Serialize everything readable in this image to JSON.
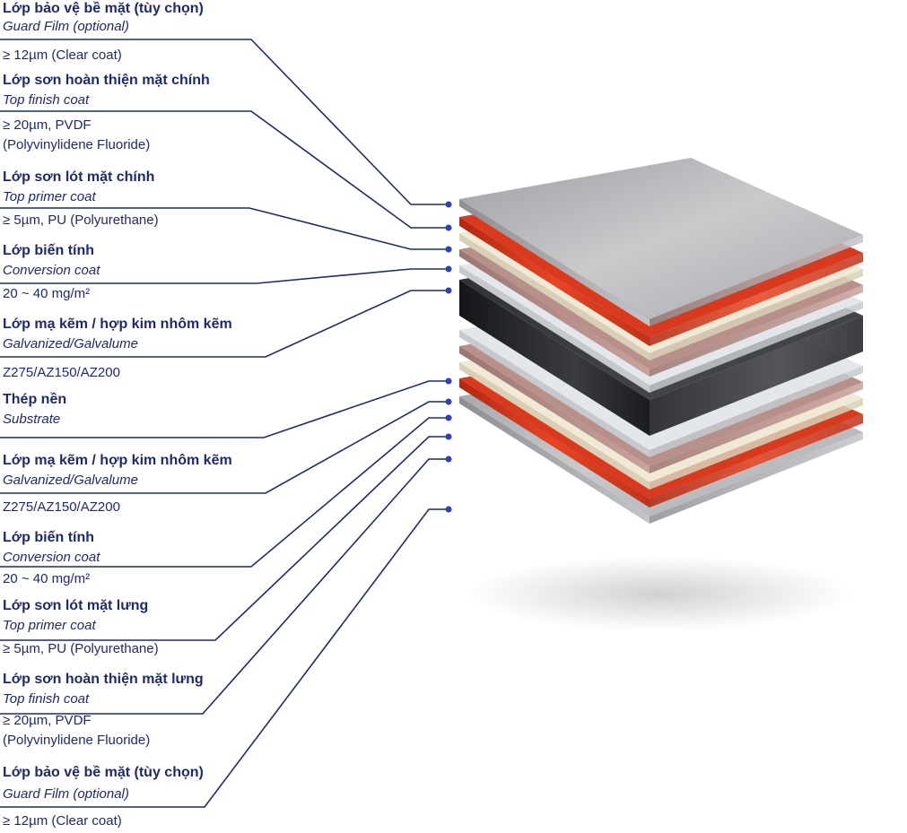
{
  "layers": [
    {
      "title": "Lớp bảo vệ bề mặt (tùy chọn)",
      "subtitle": "Guard Film (optional)",
      "spec": [
        "≥ 12µm (Clear coat)"
      ]
    },
    {
      "title": "Lớp sơn hoàn thiện mặt chính",
      "subtitle": "Top finish coat",
      "spec": [
        "≥ 20µm, PVDF",
        "(Polyvinylidene Fluoride)"
      ]
    },
    {
      "title": "Lớp sơn lót mặt chính",
      "subtitle": "Top primer coat",
      "spec": [
        "≥ 5µm, PU (Polyurethane)"
      ]
    },
    {
      "title": "Lớp biến tính",
      "subtitle": "Conversion coat",
      "spec": [
        "20 ~ 40 mg/m²"
      ]
    },
    {
      "title": "Lớp mạ kẽm / hợp kim nhôm kẽm",
      "subtitle": "Galvanized/Galvalume",
      "spec": [
        "Z275/AZ150/AZ200"
      ]
    },
    {
      "title": "Thép nền",
      "subtitle": "Substrate",
      "spec": []
    },
    {
      "title": "Lớp mạ kẽm / hợp kim nhôm kẽm",
      "subtitle": "Galvanized/Galvalume",
      "spec": [
        "Z275/AZ150/AZ200"
      ]
    },
    {
      "title": "Lớp biến tính",
      "subtitle": "Conversion coat",
      "spec": [
        "20 ~ 40 mg/m²"
      ]
    },
    {
      "title": "Lớp sơn lót mặt lưng",
      "subtitle": "Top primer coat",
      "spec": [
        "≥ 5µm, PU (Polyurethane)"
      ]
    },
    {
      "title": "Lớp sơn hoàn thiện mặt lưng",
      "subtitle": "Top finish coat",
      "spec": [
        "≥ 20µm, PVDF",
        "(Polyvinylidene Fluoride)"
      ]
    },
    {
      "title": "Lớp bảo vệ bề mặt (tùy chọn)",
      "subtitle": "Guard Film (optional)",
      "spec": [
        "≥ 12µm (Clear coat)"
      ]
    }
  ],
  "colors": {
    "text": "#1f2a6b",
    "line": "#1f2a6b",
    "dot": "#2f3fc0",
    "guard": "#b9b9bb",
    "finish": "#d93a1e",
    "primer": "#efe9d6",
    "conversion": "#b89089",
    "galvanized": "#e3e6ea",
    "substrate": "#26282b"
  }
}
